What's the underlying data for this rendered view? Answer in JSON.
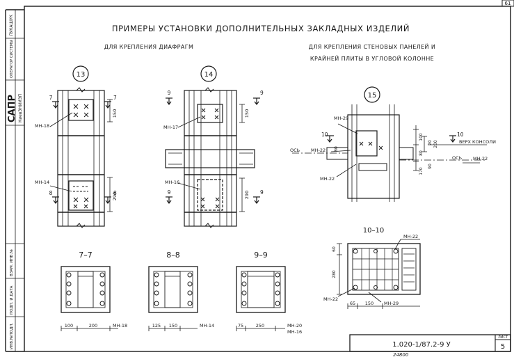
{
  "sheet": {
    "title": "ПРИМЕРЫ УСТАНОВКИ ДОПОЛНИТЕЛЬНЫХ ЗАКЛАДНЫХ ИЗДЕЛИЙ",
    "corner_number": "61",
    "subtitle_left": "ДЛЯ КРЕПЛЕНИЯ ДИАФРАГМ",
    "subtitle_right_1": "ДЛЯ КРЕПЛЕНИЯ СТЕНОВЫХ ПАНЕЛЕЙ И",
    "subtitle_right_2": "КРАЙНЕЙ ПЛИТЫ В УГЛОВОЙ КОЛОННЕ"
  },
  "side_stamp": {
    "org_line1": "САПР",
    "org_line2": "КиевЗНИИЭП",
    "role_operator": "ОПЕРАТОР СИСТЕМЫ",
    "name_operator": "ЛУКАШУК",
    "field_inv_podl": "ИНВ.№ПОДЛ.",
    "field_podp": "ПОДП. И ДАТА",
    "field_vzam": "ВЗАМ. ИНВ.№"
  },
  "views": {
    "v13": {
      "number": "13",
      "sec_top": "7",
      "sec_bottom": "8",
      "part_top": "МН-18",
      "part_bottom": "МН-14",
      "dim_top": "150",
      "dim_bottom": "290"
    },
    "v14": {
      "number": "14",
      "sec_top": "9",
      "sec_bottom": "9",
      "part_top": "МН-17",
      "part_bottom": "МН-16",
      "dim_top": "150",
      "dim_bottom": "290"
    },
    "v15": {
      "number": "15",
      "sec": "10",
      "part_29": "МН-29",
      "part_22a": "МН-22",
      "part_22b": "МН-22",
      "part_22c": "МН-22",
      "axis_left": "ОСЬ",
      "axis_right": "ОСЬ",
      "console_top": "ВЕРХ КОНСОЛИ",
      "dim_100": "100",
      "dim_20": "20",
      "dim_200": "200",
      "dim_80a": "80",
      "dim_80b": "80",
      "dim_90": "90",
      "dim_170": "170"
    }
  },
  "sections": {
    "s77": {
      "label": "7–7",
      "dim_a": "100",
      "dim_b": "200",
      "part": "МН-18"
    },
    "s88": {
      "label": "8–8",
      "dim_a": "125",
      "dim_b": "150",
      "part": "МН-14"
    },
    "s99": {
      "label": "9–9",
      "dim_a": "75",
      "dim_b": "250",
      "part_a": "МН-20",
      "part_b": "МН-16"
    },
    "s1010": {
      "label": "10–10",
      "part_top": "МН-22",
      "part_left": "МН-22",
      "part_bottom": "МН-29",
      "dim_60": "60",
      "dim_280": "280",
      "dim_65": "65",
      "dim_150": "150"
    }
  },
  "title_block": {
    "doc_code": "1.020-1/87.2-9 У",
    "sheet_label": "ЛИСТ",
    "sheet_number": "5",
    "footer_note": "24800"
  }
}
